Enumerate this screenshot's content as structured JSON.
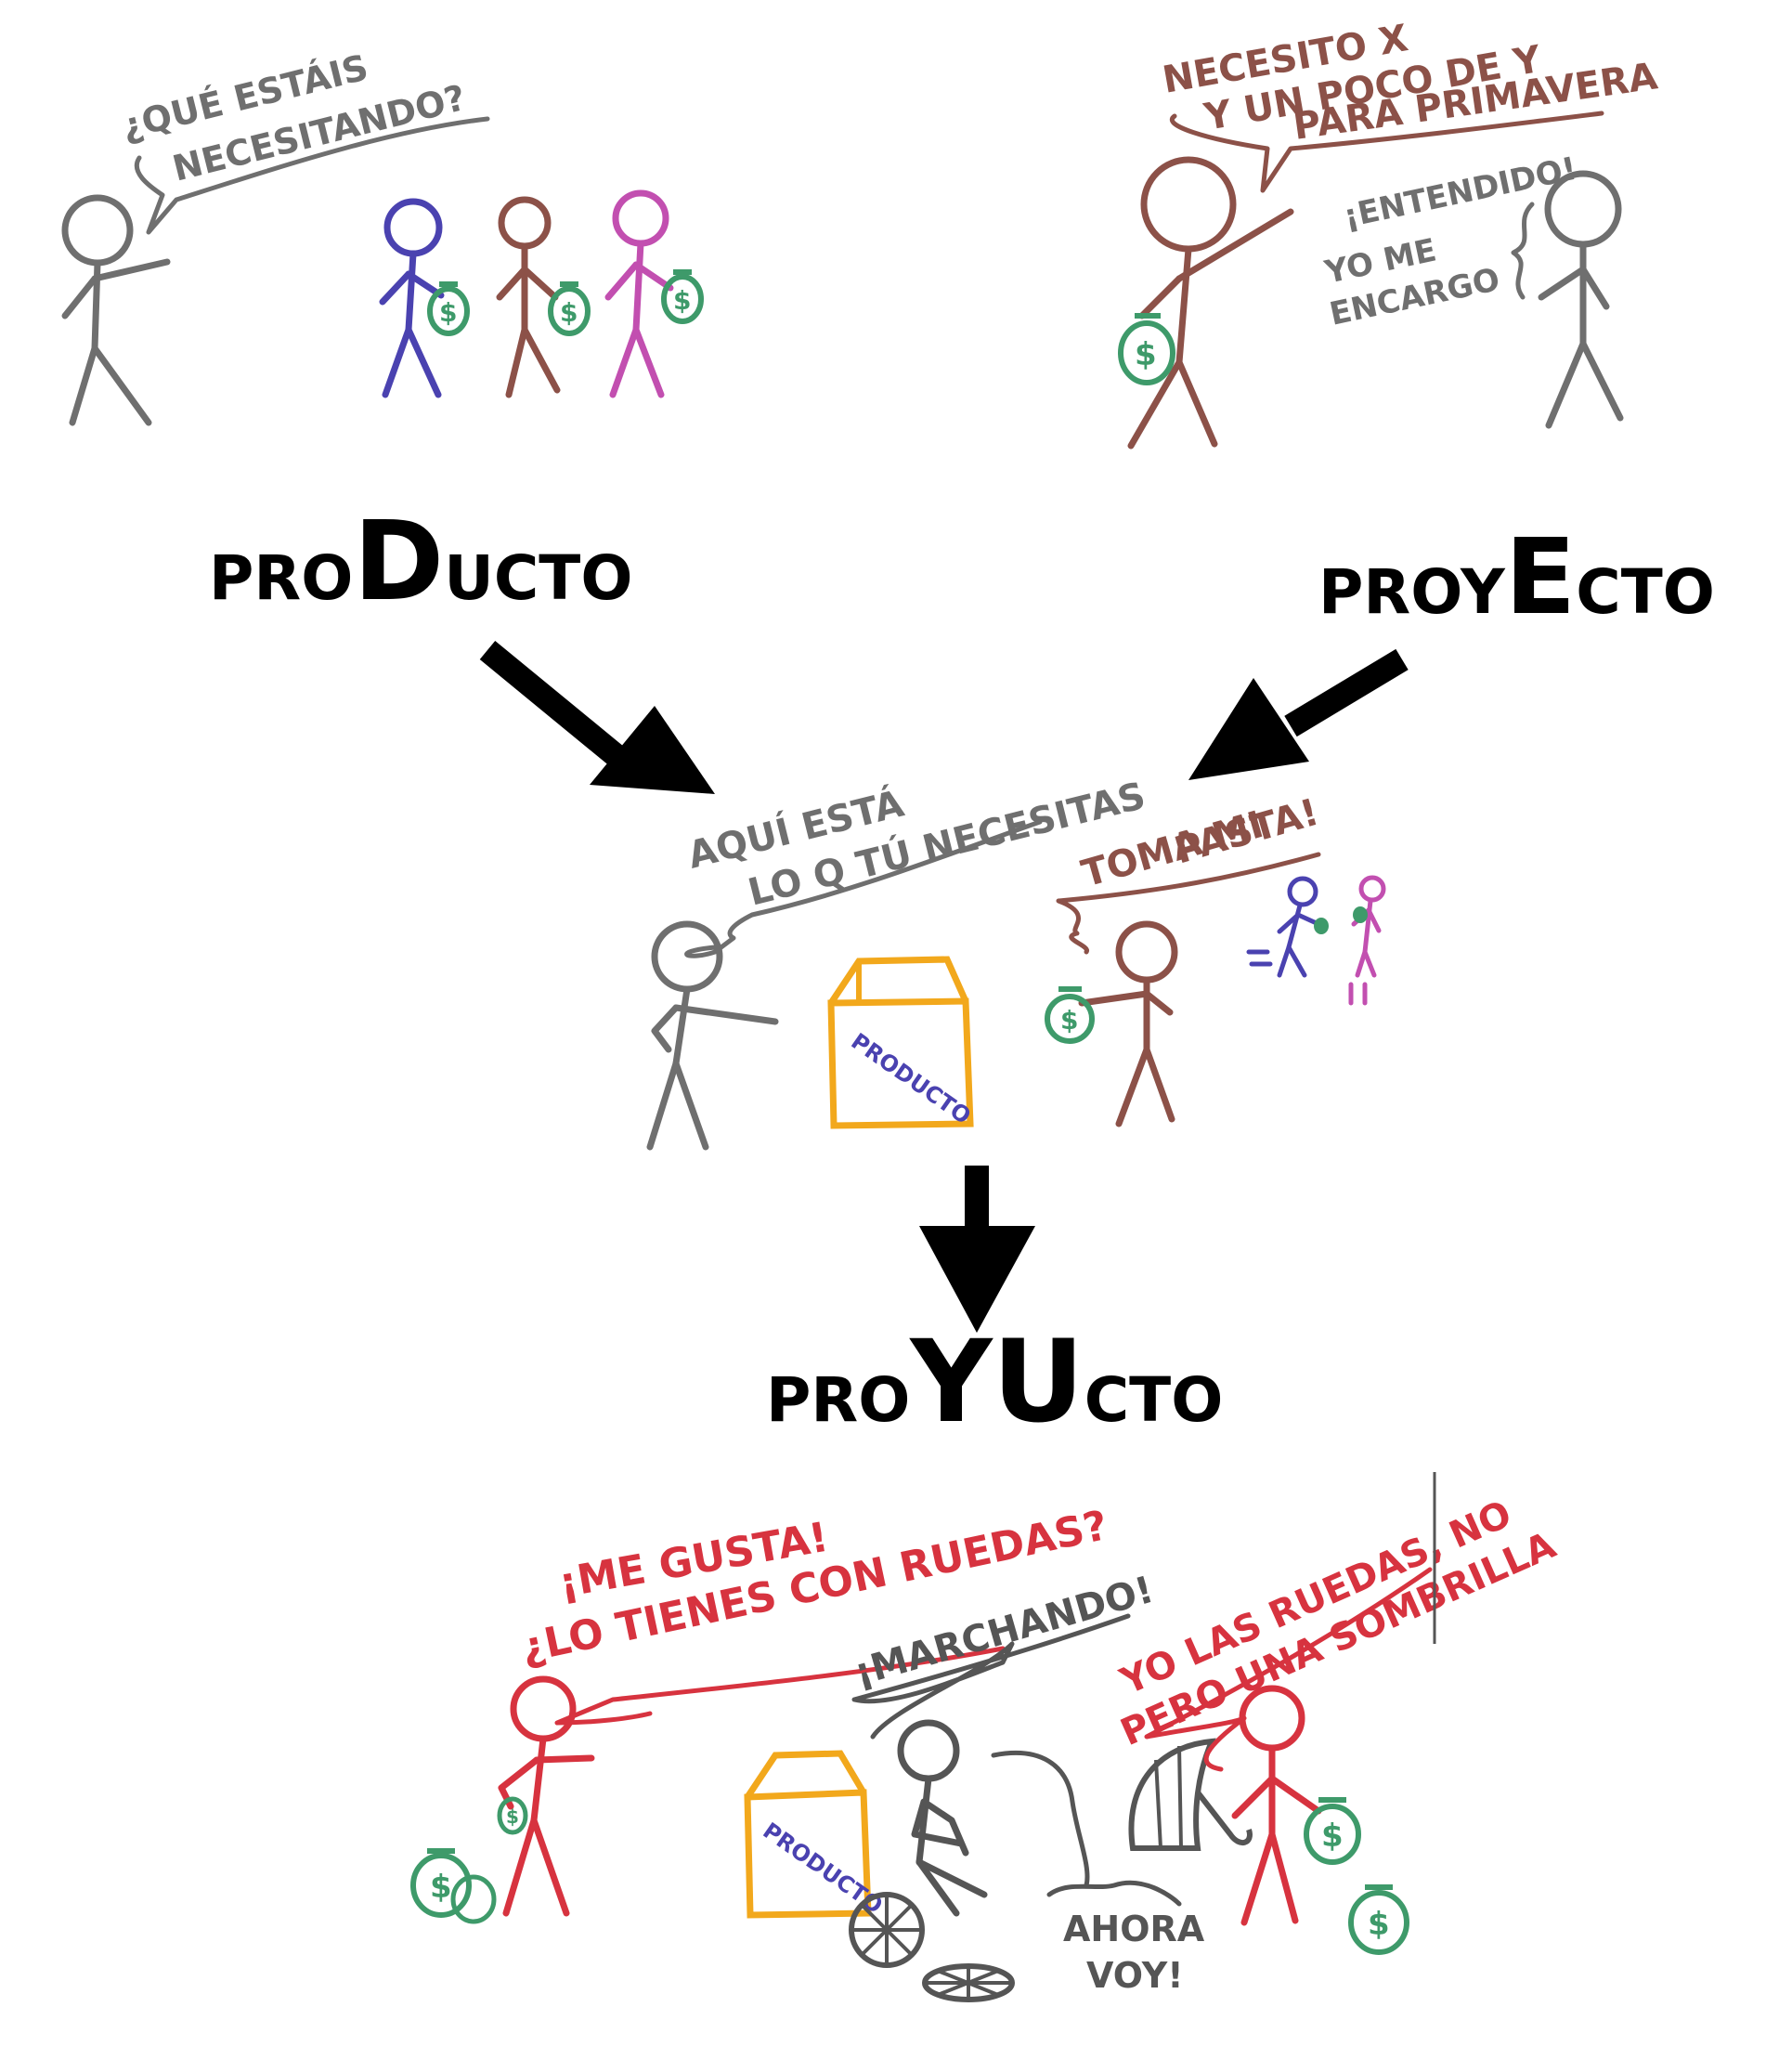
{
  "colors": {
    "gray": "#6f6f6f",
    "brown": "#8c5148",
    "blue": "#4a42b0",
    "pink": "#c24fb0",
    "green": "#3e9a6a",
    "red": "#d7333f",
    "orange": "#f2a81c",
    "black": "#000000",
    "darkgray": "#555555"
  },
  "top_left": {
    "speech_line1": "¿QUÉ ESTÁIS",
    "speech_line2": "NECESITANDO?"
  },
  "top_right": {
    "speech_line1": "NECESITO X",
    "speech_line2": "Y UN POCO DE Y",
    "speech_line3": "PARA PRIMAVERA",
    "reply_line1": "¡ENTENDIDO!",
    "reply_line2": "YO ME",
    "reply_line3": "ENCARGO"
  },
  "labels": {
    "producto_pre": "PRO",
    "producto_big": "D",
    "producto_post": "UCTO",
    "proyecto_pre": "PROY",
    "proyecto_big": "E",
    "proyecto_post": "CTO",
    "proyucto_pre": "PRO",
    "proyucto_big": "YU",
    "proyucto_post": "CTO"
  },
  "middle": {
    "speech_line1": "AQUÍ ESTÁ",
    "speech_line2": "LO Q TÚ NECESITAS",
    "client_line1": "TOMA MI",
    "client_line2": "PASTA!",
    "box_label": "PRODUCTO"
  },
  "bottom": {
    "client_line1": "¡ME GUSTA!",
    "client_line2": "¿LO TIENES CON RUEDAS?",
    "worker_line": "¡MARCHANDO!",
    "other_line1": "YO LAS RUEDAS, NO",
    "other_line2": "PERO UNA SOMBRILLA",
    "ahora_line1": "AHORA",
    "ahora_line2": "VOY!",
    "box_label": "PRODUCTO"
  },
  "money_symbol": "$"
}
